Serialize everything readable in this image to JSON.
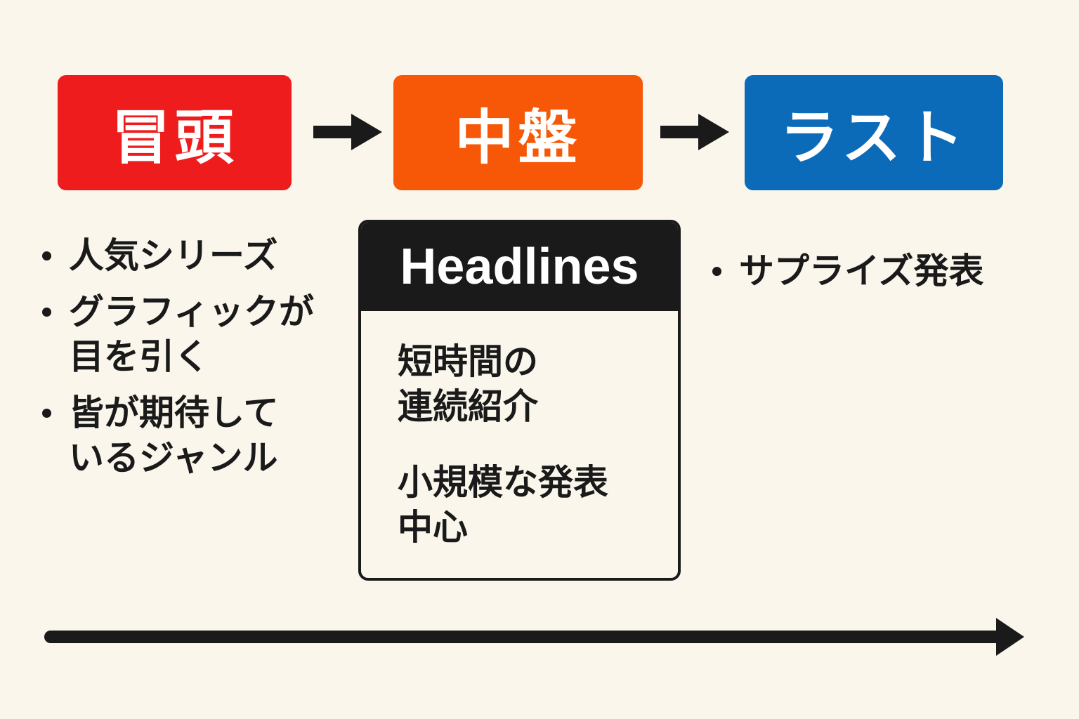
{
  "stages": [
    {
      "label": "冒頭",
      "color": "#ee1c1c"
    },
    {
      "label": "中盤",
      "color": "#f75808"
    },
    {
      "label": "ラスト",
      "color": "#0c6bb8"
    }
  ],
  "flow_arrow_icon": "right-arrow-icon",
  "left_bullets": [
    "人気シリーズ",
    "グラフィックが\n目を引く",
    "皆が期待して\nいるジャンル"
  ],
  "headlines_box": {
    "title": "Headlines",
    "items": [
      "短時間の\n連続紹介",
      "小規模な発表\n中心"
    ]
  },
  "right_bullets": [
    "サプライズ発表"
  ],
  "timeline_icon": "timeline-arrow-icon"
}
